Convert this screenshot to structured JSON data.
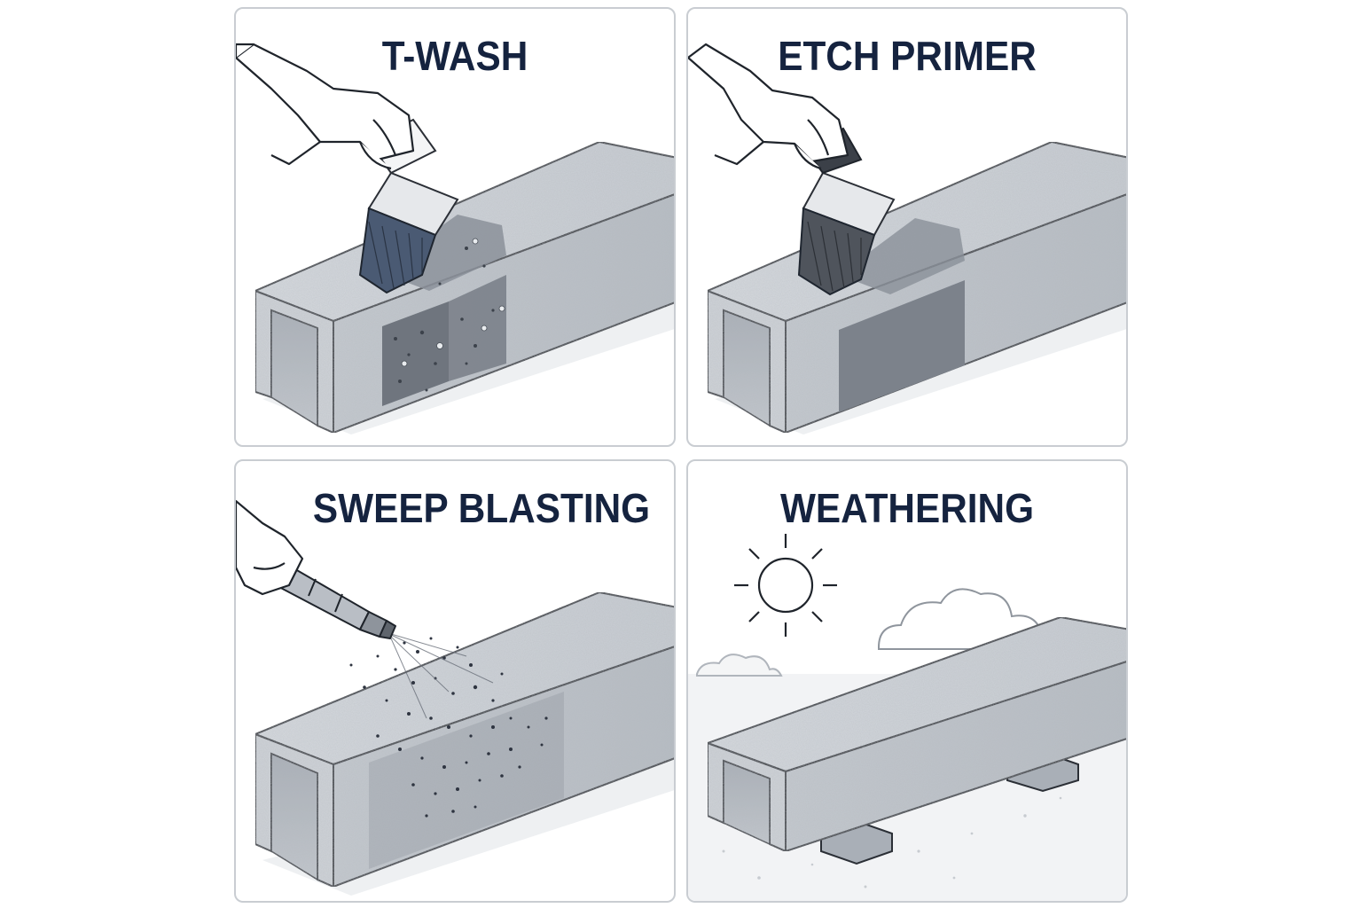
{
  "panels": [
    {
      "id": "t-wash",
      "title": "T-WASH"
    },
    {
      "id": "etch-primer",
      "title": "ETCH PRIMER"
    },
    {
      "id": "sweep-blasting",
      "title": "SWEEP BLASTING"
    },
    {
      "id": "weathering",
      "title": "WEATHERING"
    }
  ],
  "colors": {
    "title": "#15233f",
    "panel_border": "#c9cdd2",
    "steel": "#cfd3d8",
    "steel_dark": "#9da3ab",
    "treated": "#7d838b",
    "brush_bristles": "#4a5a73"
  },
  "icons": [
    "gloved-hand-icon",
    "brush-icon",
    "blast-nozzle-icon",
    "sun-icon",
    "cloud-icon"
  ]
}
